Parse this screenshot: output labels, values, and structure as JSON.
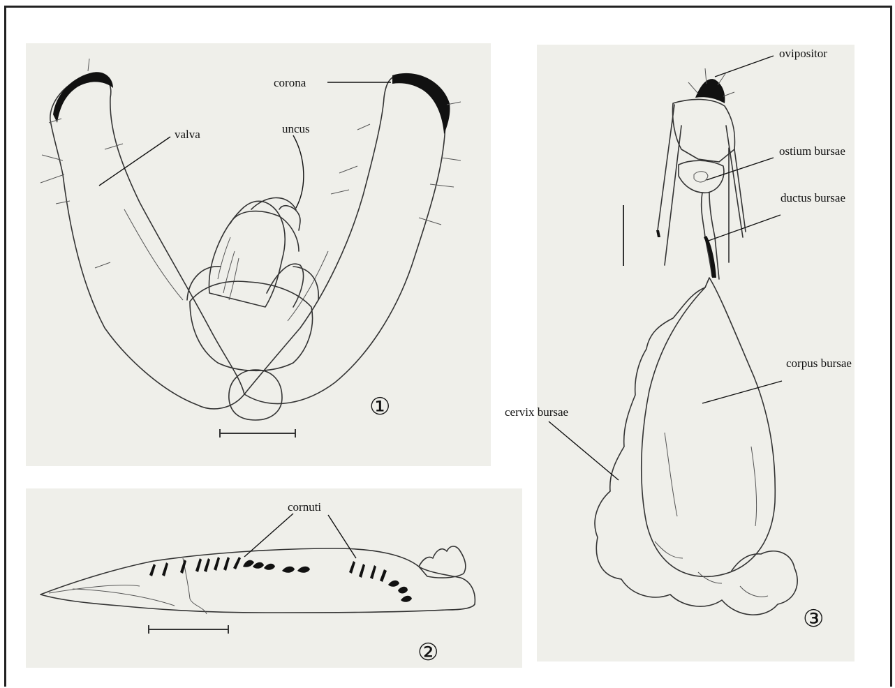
{
  "figure_1": {
    "labels": {
      "corona": "corona",
      "valva": "valva",
      "uncus": "uncus"
    },
    "number": "①"
  },
  "figure_2": {
    "labels": {
      "cornuti": "cornuti"
    },
    "number": "②"
  },
  "figure_3": {
    "labels": {
      "ovipositor": "ovipositor",
      "ostium_bursae": "ostium bursae",
      "ductus_bursae": "ductus bursae",
      "corpus_bursae": "corpus bursae",
      "cervix_bursae": "cervix bursae"
    },
    "number": "③"
  },
  "colors": {
    "panel_background": "#efefea",
    "ink": "#111111",
    "frame": "#222222"
  }
}
